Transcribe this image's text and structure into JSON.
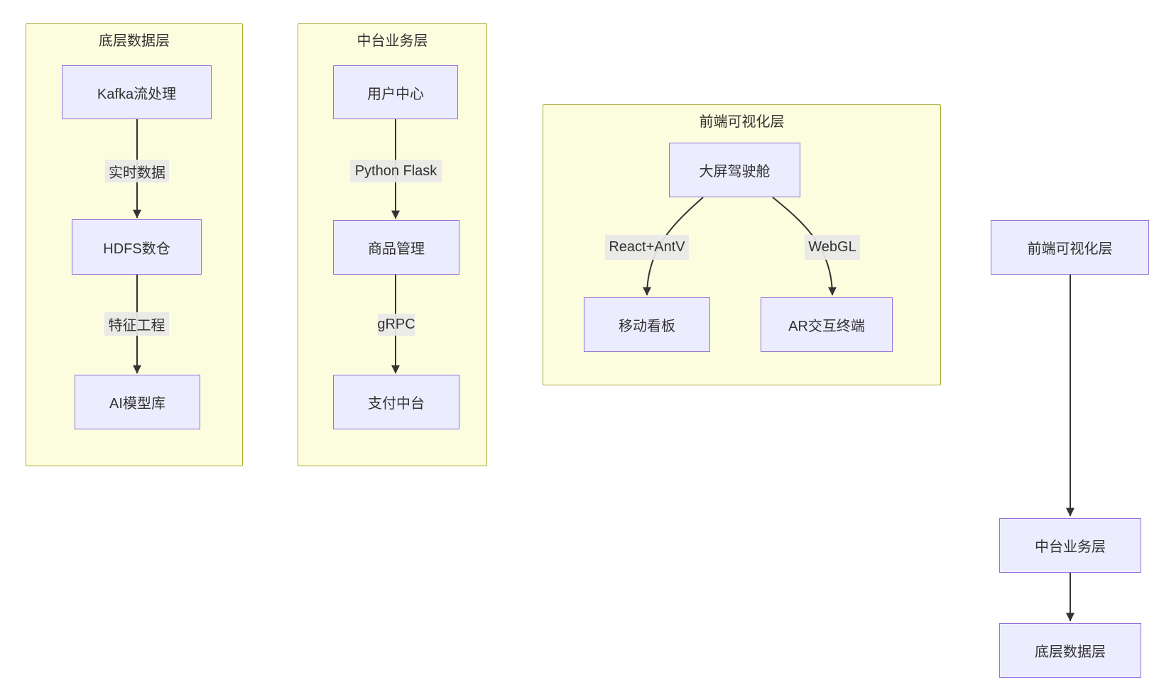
{
  "diagram": {
    "type": "flowchart",
    "clusters": [
      {
        "title": "底层数据层",
        "nodes": [
          "Kafka流处理",
          "HDFS数仓",
          "AI模型库"
        ]
      },
      {
        "title": "中台业务层",
        "nodes": [
          "用户中心",
          "商品管理",
          "支付中台"
        ]
      },
      {
        "title": "前端可视化层",
        "nodes": [
          "大屏驾驶舱",
          "移动看板",
          "AR交互终端"
        ]
      }
    ],
    "layer_chain": [
      "前端可视化层",
      "中台业务层",
      "底层数据层"
    ],
    "edges": [
      {
        "from": "Kafka流处理",
        "to": "HDFS数仓",
        "label": "实时数据"
      },
      {
        "from": "HDFS数仓",
        "to": "AI模型库",
        "label": "特征工程"
      },
      {
        "from": "用户中心",
        "to": "商品管理",
        "label": "Python Flask"
      },
      {
        "from": "商品管理",
        "to": "支付中台",
        "label": "gRPC"
      },
      {
        "from": "大屏驾驶舱",
        "to": "移动看板",
        "label": "React+AntV"
      },
      {
        "from": "大屏驾驶舱",
        "to": "AR交互终端",
        "label": "WebGL"
      },
      {
        "from": "前端可视化层",
        "to": "中台业务层",
        "label": ""
      },
      {
        "from": "中台业务层",
        "to": "底层数据层",
        "label": ""
      }
    ],
    "colors": {
      "background": "#ffffff",
      "cluster_fill": "#fcfcde",
      "cluster_border": "#aaaa33",
      "node_fill": "#ececff",
      "node_border": "#9370db",
      "edge_label_bg": "#e8e8e8",
      "edge_line": "#333333",
      "text": "#333333"
    }
  }
}
